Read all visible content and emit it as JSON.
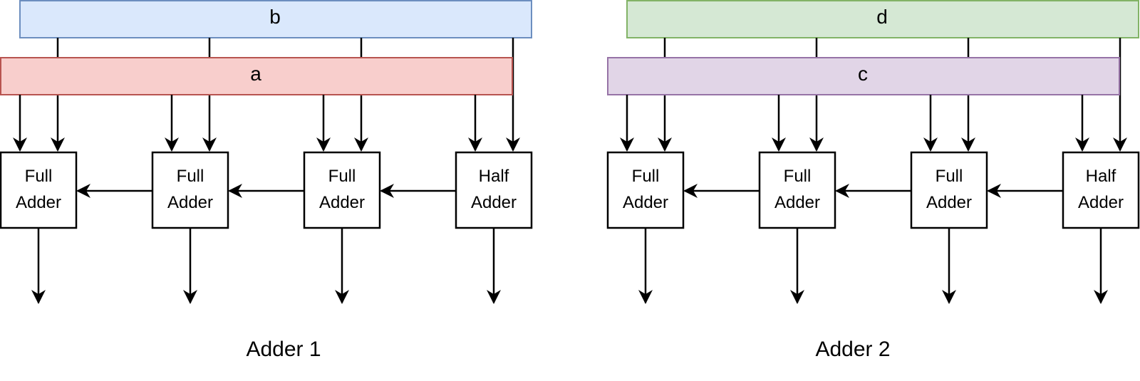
{
  "adders": [
    {
      "caption": "Adder 1",
      "top_bus": {
        "label": "b",
        "fill": "#dae8fc",
        "stroke": "#6c8ebf"
      },
      "bottom_bus": {
        "label": "a",
        "fill": "#f8cecc",
        "stroke": "#b85450"
      },
      "blocks": [
        {
          "line1": "Full",
          "line2": "Adder"
        },
        {
          "line1": "Full",
          "line2": "Adder"
        },
        {
          "line1": "Full",
          "line2": "Adder"
        },
        {
          "line1": "Half",
          "line2": "Adder"
        }
      ]
    },
    {
      "caption": "Adder 2",
      "top_bus": {
        "label": "d",
        "fill": "#d5e8d4",
        "stroke": "#82b366"
      },
      "bottom_bus": {
        "label": "c",
        "fill": "#e1d5e7",
        "stroke": "#9673a6"
      },
      "blocks": [
        {
          "line1": "Full",
          "line2": "Adder"
        },
        {
          "line1": "Full",
          "line2": "Adder"
        },
        {
          "line1": "Full",
          "line2": "Adder"
        },
        {
          "line1": "Half",
          "line2": "Adder"
        }
      ]
    }
  ]
}
